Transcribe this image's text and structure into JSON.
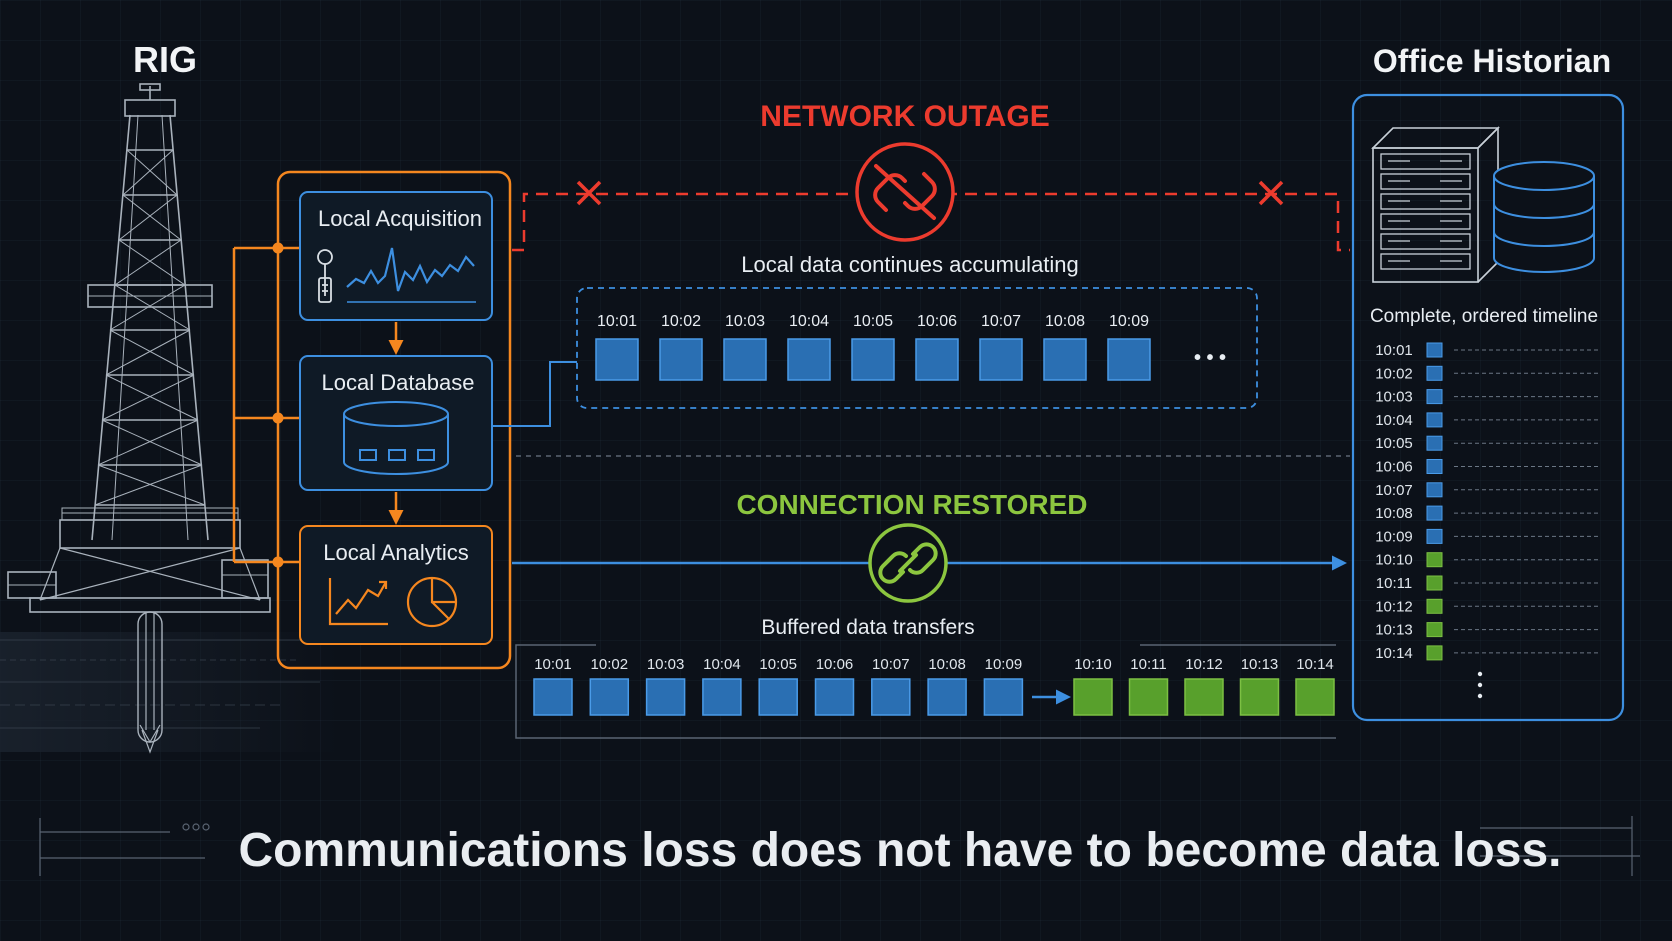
{
  "rig": {
    "title": "RIG",
    "acquisition_label": "Local Acquisition",
    "database_label": "Local Database",
    "analytics_label": "Local Analytics"
  },
  "outage": {
    "title": "NETWORK OUTAGE",
    "caption": "Local data continues accumulating",
    "times": [
      "10:01",
      "10:02",
      "10:03",
      "10:04",
      "10:05",
      "10:06",
      "10:07",
      "10:08",
      "10:09"
    ],
    "more": "• • •"
  },
  "restored": {
    "title": "CONNECTION RESTORED",
    "caption": "Buffered data transfers",
    "buffered_times": [
      "10:01",
      "10:02",
      "10:03",
      "10:04",
      "10:05",
      "10:06",
      "10:07",
      "10:08",
      "10:09"
    ],
    "new_times": [
      "10:10",
      "10:11",
      "10:12",
      "10:13",
      "10:14"
    ]
  },
  "office": {
    "title": "Office Historian",
    "timeline_label": "Complete, ordered timeline",
    "timeline": [
      {
        "time": "10:01",
        "status": "buffered"
      },
      {
        "time": "10:02",
        "status": "buffered"
      },
      {
        "time": "10:03",
        "status": "buffered"
      },
      {
        "time": "10:04",
        "status": "buffered"
      },
      {
        "time": "10:05",
        "status": "buffered"
      },
      {
        "time": "10:06",
        "status": "buffered"
      },
      {
        "time": "10:07",
        "status": "buffered"
      },
      {
        "time": "10:08",
        "status": "buffered"
      },
      {
        "time": "10:09",
        "status": "buffered"
      },
      {
        "time": "10:10",
        "status": "live"
      },
      {
        "time": "10:11",
        "status": "live"
      },
      {
        "time": "10:12",
        "status": "live"
      },
      {
        "time": "10:13",
        "status": "live"
      },
      {
        "time": "10:14",
        "status": "live"
      }
    ]
  },
  "footer": {
    "tagline": "Communications loss does not have to become data loss."
  },
  "colors": {
    "background": "#0c1119",
    "orange": "#f5871f",
    "blue": "#3d8fe0",
    "red": "#ec3b2e",
    "green": "#8cc63f",
    "block_blue": "#2a6fb3",
    "block_green": "#58a02c"
  },
  "icons": [
    "oil-rig-icon",
    "thermometer-sensor-icon",
    "waveform-icon",
    "database-cylinder-icon",
    "trend-chart-icon",
    "pie-chart-icon",
    "broken-link-icon",
    "link-icon",
    "server-rack-icon",
    "database-stack-icon",
    "x-mark-icon",
    "arrow-icon"
  ]
}
